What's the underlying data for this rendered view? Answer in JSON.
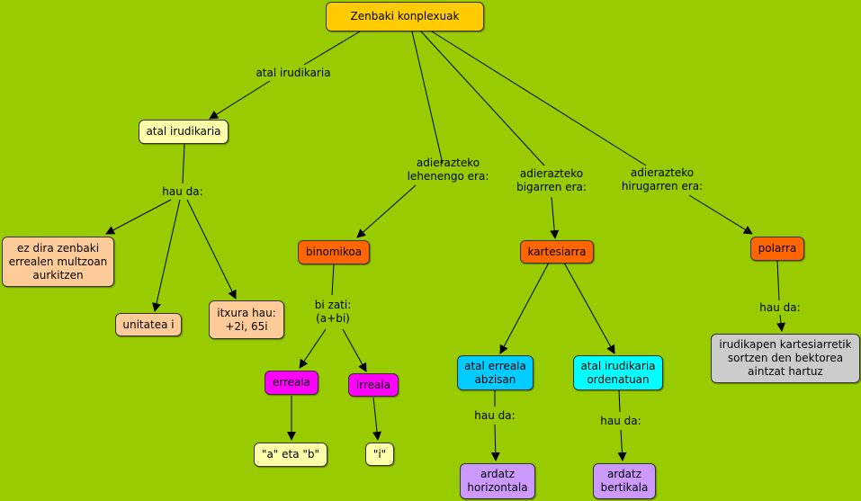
{
  "nodes": {
    "root": {
      "text": "Zenbaki konplexuak",
      "color": "#FFCC00"
    },
    "atal_irudikaria": {
      "text": "atal irudikaria",
      "color": "#FFFFAA"
    },
    "ez_dira": {
      "text": "ez dira zenbaki\nerrealen multzoan\naurkitzen",
      "color": "#FFCC99"
    },
    "unitatea": {
      "text": "unitatea i",
      "color": "#FFCC99"
    },
    "itxura": {
      "text": "itxura hau:\n+2i, 65i",
      "color": "#FFCC99"
    },
    "binomikoa": {
      "text": "binomikoa",
      "color": "#FF6600"
    },
    "erreala": {
      "text": "erreala",
      "color": "#FF00FF"
    },
    "irreala": {
      "text": "irreala",
      "color": "#FF00FF"
    },
    "a_eta_b": {
      "text": "\"a\" eta \"b\"",
      "color": "#FFFFAA"
    },
    "i_node": {
      "text": "\"i\"",
      "color": "#FFFFAA"
    },
    "kartesiarra": {
      "text": "kartesiarra",
      "color": "#FF6600"
    },
    "atal_erreala": {
      "text": "atal erreala\nabzisan",
      "color": "#00CCFF"
    },
    "atal_irud_ord": {
      "text": "atal irudikaria\nordenatuan",
      "color": "#00FFFF"
    },
    "ardatz_h": {
      "text": "ardatz\nhorizontala",
      "color": "#CC99FF"
    },
    "ardatz_b": {
      "text": "ardatz\nbertikala",
      "color": "#CC99FF"
    },
    "polarra": {
      "text": "polarra",
      "color": "#FF6600"
    },
    "irudikapen": {
      "text": "irudikapen kartesiarretik\nsortzen den bektorea\naintzat hartuz",
      "color": "#CCCCCC"
    }
  },
  "labels": {
    "l_atal": "atal irudikaria",
    "l_hau1": "hau da:",
    "l_lehen": "adierazteko\nlehenengo era:",
    "l_bigarren": "adierazteko\nbigarren era:",
    "l_hirugarren": "adierazteko\nhirugarren era:",
    "l_bizati": "bi zati:\n(a+bi)",
    "l_hau2": "hau da:",
    "l_hau3": "hau da:",
    "l_hau4": "hau da:"
  }
}
